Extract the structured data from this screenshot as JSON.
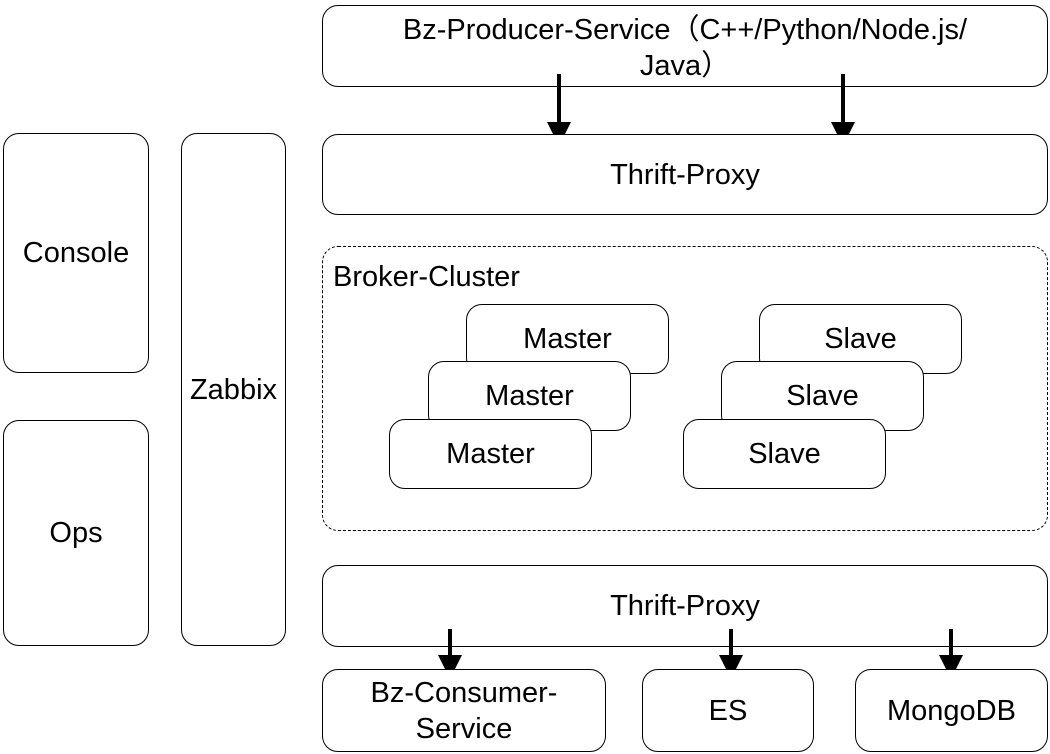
{
  "side": {
    "console": "Console",
    "ops": "Ops",
    "zabbix": "Zabbix"
  },
  "producer": {
    "label": "Bz-Producer-Service（C++/Python/Node.js/\nJava）"
  },
  "proxy_top": {
    "label": "Thrift-Proxy"
  },
  "cluster": {
    "label": "Broker-Cluster",
    "masters": [
      "Master",
      "Master",
      "Master"
    ],
    "slaves": [
      "Slave",
      "Slave",
      "Slave"
    ]
  },
  "proxy_bottom": {
    "label": "Thrift-Proxy"
  },
  "consumers": {
    "bz_consumer": "Bz-Consumer-\nService",
    "es": "ES",
    "mongodb": "MongoDB"
  }
}
